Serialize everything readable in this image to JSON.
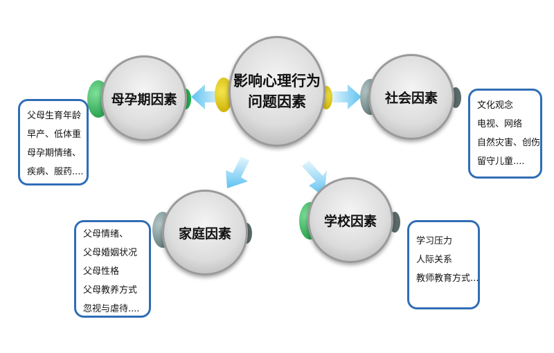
{
  "center": {
    "line1": "影响心理行为",
    "line2": "问题因素"
  },
  "nodes": {
    "maternal": {
      "label": "母孕期因素",
      "items": [
        "父母生育年龄",
        "早产、低体重",
        "母孕期情绪、",
        "疾病、服药...."
      ]
    },
    "social": {
      "label": "社会因素",
      "items": [
        "文化观念",
        "电视、网络",
        "自然灾害、创伤",
        "留守儿童...."
      ]
    },
    "family": {
      "label": "家庭因素",
      "items": [
        "父母情绪、",
        "父母婚姻状况",
        "父母性格",
        "父母教养方式",
        "忽视与虐待...."
      ]
    },
    "school": {
      "label": "学校因素",
      "items": [
        "学习压力",
        "人际关系",
        "教师教育方式..."
      ]
    }
  },
  "colors": {
    "border": "#2f6db5",
    "arrow": "#8fd3f5",
    "yellow": "#e8d21c",
    "green": "#2fbf5a",
    "gray": "#7a9090"
  }
}
